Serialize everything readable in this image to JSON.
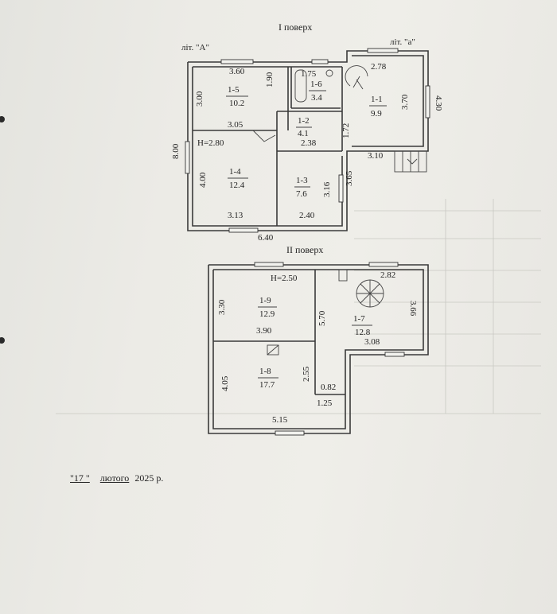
{
  "floor1": {
    "title": "I  поверх",
    "lit_main": "літ. \"А\"",
    "lit_annex": "літ. \"а\"",
    "overall_width": "6.40",
    "overall_height": "8.00",
    "rooms": [
      {
        "id": "1-5",
        "area": "10.2"
      },
      {
        "id": "1-6",
        "area": "3.4"
      },
      {
        "id": "1-1",
        "area": "9.9"
      },
      {
        "id": "1-2",
        "area": "4.1"
      },
      {
        "id": "1-4",
        "area": "12.4"
      },
      {
        "id": "1-3",
        "area": "7.6"
      }
    ],
    "dims": [
      "3.60",
      "1.90",
      "3.00",
      "3.05",
      "1.75",
      "2.78",
      "3.70",
      "4.30",
      "1.72",
      "2.38",
      "3.10",
      "H=2.80",
      "4.00",
      "3.13",
      "2.40",
      "3.16",
      "3.65"
    ]
  },
  "floor2": {
    "title": "II поверх",
    "rooms": [
      {
        "id": "1-9",
        "area": "12.9"
      },
      {
        "id": "1-7",
        "area": "12.8"
      },
      {
        "id": "1-8",
        "area": "17.7"
      }
    ],
    "dims": [
      "H=2.50",
      "2.82",
      "3.30",
      "3.90",
      "5.70",
      "3.66",
      "3.08",
      "4.05",
      "2.55",
      "0.82",
      "1.25",
      "5.15"
    ]
  },
  "date": {
    "day": "\"17 \"",
    "month": "лютого",
    "year": "2025 р."
  }
}
